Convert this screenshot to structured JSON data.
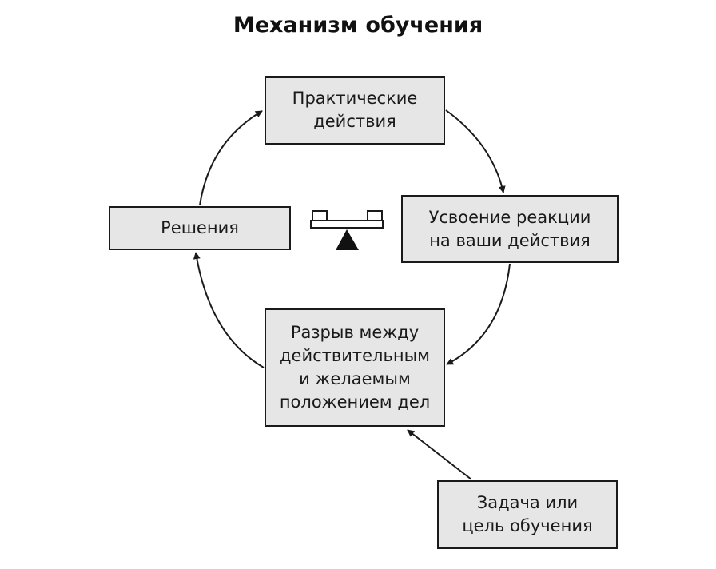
{
  "title": "Механизм обучения",
  "boxes": {
    "practical": [
      "Практические",
      "действия"
    ],
    "feedback": [
      "Усвоение реакции",
      "на ваши действия"
    ],
    "decision": [
      "Решения"
    ],
    "gap": [
      "Разрыв между",
      "действительным",
      "и желаемым",
      "положением дел"
    ],
    "task": [
      "Задача или",
      "цель обучения"
    ]
  },
  "icons": {
    "balance": "balance-scale-icon"
  },
  "colors": {
    "box_fill": "#e6e6e6",
    "stroke": "#1a1a1a"
  }
}
